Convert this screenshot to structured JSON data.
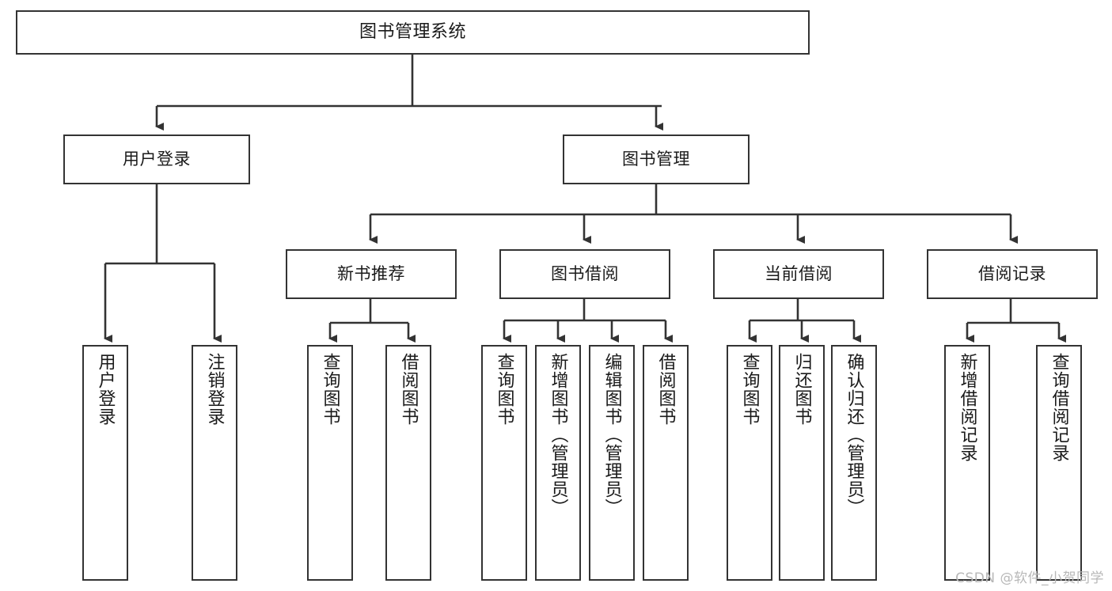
{
  "diagram": {
    "title": "图书管理系统",
    "type": "tree-hierarchy",
    "root": {
      "id": "root",
      "label": "图书管理系统"
    },
    "level2": [
      {
        "id": "user-login",
        "label": "用户登录"
      },
      {
        "id": "book-manage",
        "label": "图书管理"
      }
    ],
    "level3": [
      {
        "id": "new-book-recommend",
        "label": "新书推荐",
        "parent": "book-manage"
      },
      {
        "id": "book-borrow",
        "label": "图书借阅",
        "parent": "book-manage"
      },
      {
        "id": "current-borrow",
        "label": "当前借阅",
        "parent": "book-manage"
      },
      {
        "id": "borrow-record",
        "label": "借阅记录",
        "parent": "book-manage"
      }
    ],
    "leaves": [
      {
        "id": "leaf-user-login",
        "label": "用户登录",
        "parent": "user-login"
      },
      {
        "id": "leaf-logout-login",
        "label": "注销登录",
        "parent": "user-login"
      },
      {
        "id": "leaf-query-book-1",
        "label": "查询图书",
        "parent": "new-book-recommend"
      },
      {
        "id": "leaf-borrow-book-1",
        "label": "借阅图书",
        "parent": "new-book-recommend"
      },
      {
        "id": "leaf-query-book-2",
        "label": "查询图书",
        "parent": "book-borrow"
      },
      {
        "id": "leaf-add-book",
        "label": "新增图书（管理员）",
        "parent": "book-borrow"
      },
      {
        "id": "leaf-edit-book",
        "label": "编辑图书（管理员）",
        "parent": "book-borrow"
      },
      {
        "id": "leaf-borrow-book-2",
        "label": "借阅图书",
        "parent": "book-borrow"
      },
      {
        "id": "leaf-query-book-3",
        "label": "查询图书",
        "parent": "current-borrow"
      },
      {
        "id": "leaf-return-book",
        "label": "归还图书",
        "parent": "current-borrow"
      },
      {
        "id": "leaf-confirm-return",
        "label": "确认归还（管理员）",
        "parent": "current-borrow"
      },
      {
        "id": "leaf-add-record",
        "label": "新增借阅记录",
        "parent": "borrow-record"
      },
      {
        "id": "leaf-query-record",
        "label": "查询借阅记录",
        "parent": "borrow-record"
      }
    ],
    "colors": {
      "stroke": "#333333",
      "fill": "#ffffff",
      "text": "#1a1a1a",
      "watermark": "#b8b8b8"
    }
  },
  "watermark": {
    "text": "CSDN @软件_小贺同学"
  }
}
